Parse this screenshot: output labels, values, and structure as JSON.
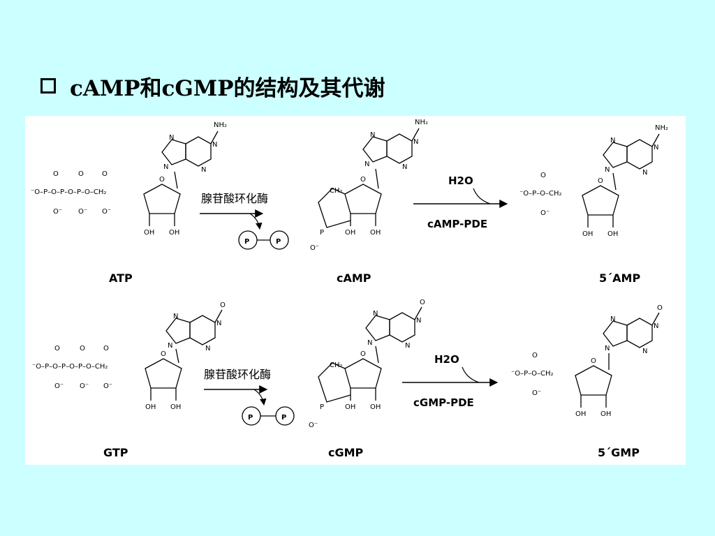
{
  "slide": {
    "title": "cAMP和cGMP的结构及其代谢"
  },
  "figure": {
    "rows": [
      {
        "substrate": "ATP",
        "cyclic": "cAMP",
        "product": "5´AMP",
        "base": "adenine",
        "substituent": "NH2",
        "enzyme1": "腺苷酸环化酶",
        "ppi_left": "P",
        "ppi_right": "P",
        "water": "H2O",
        "enzyme2": "cAMP-PDE"
      },
      {
        "substrate": "GTP",
        "cyclic": "cGMP",
        "product": "5´GMP",
        "base": "guanine",
        "substituent": "O",
        "enzyme1": "腺苷酸环化酶",
        "ppi_left": "P",
        "ppi_right": "P",
        "water": "H2O",
        "enzyme2": "cGMP-PDE"
      }
    ]
  }
}
